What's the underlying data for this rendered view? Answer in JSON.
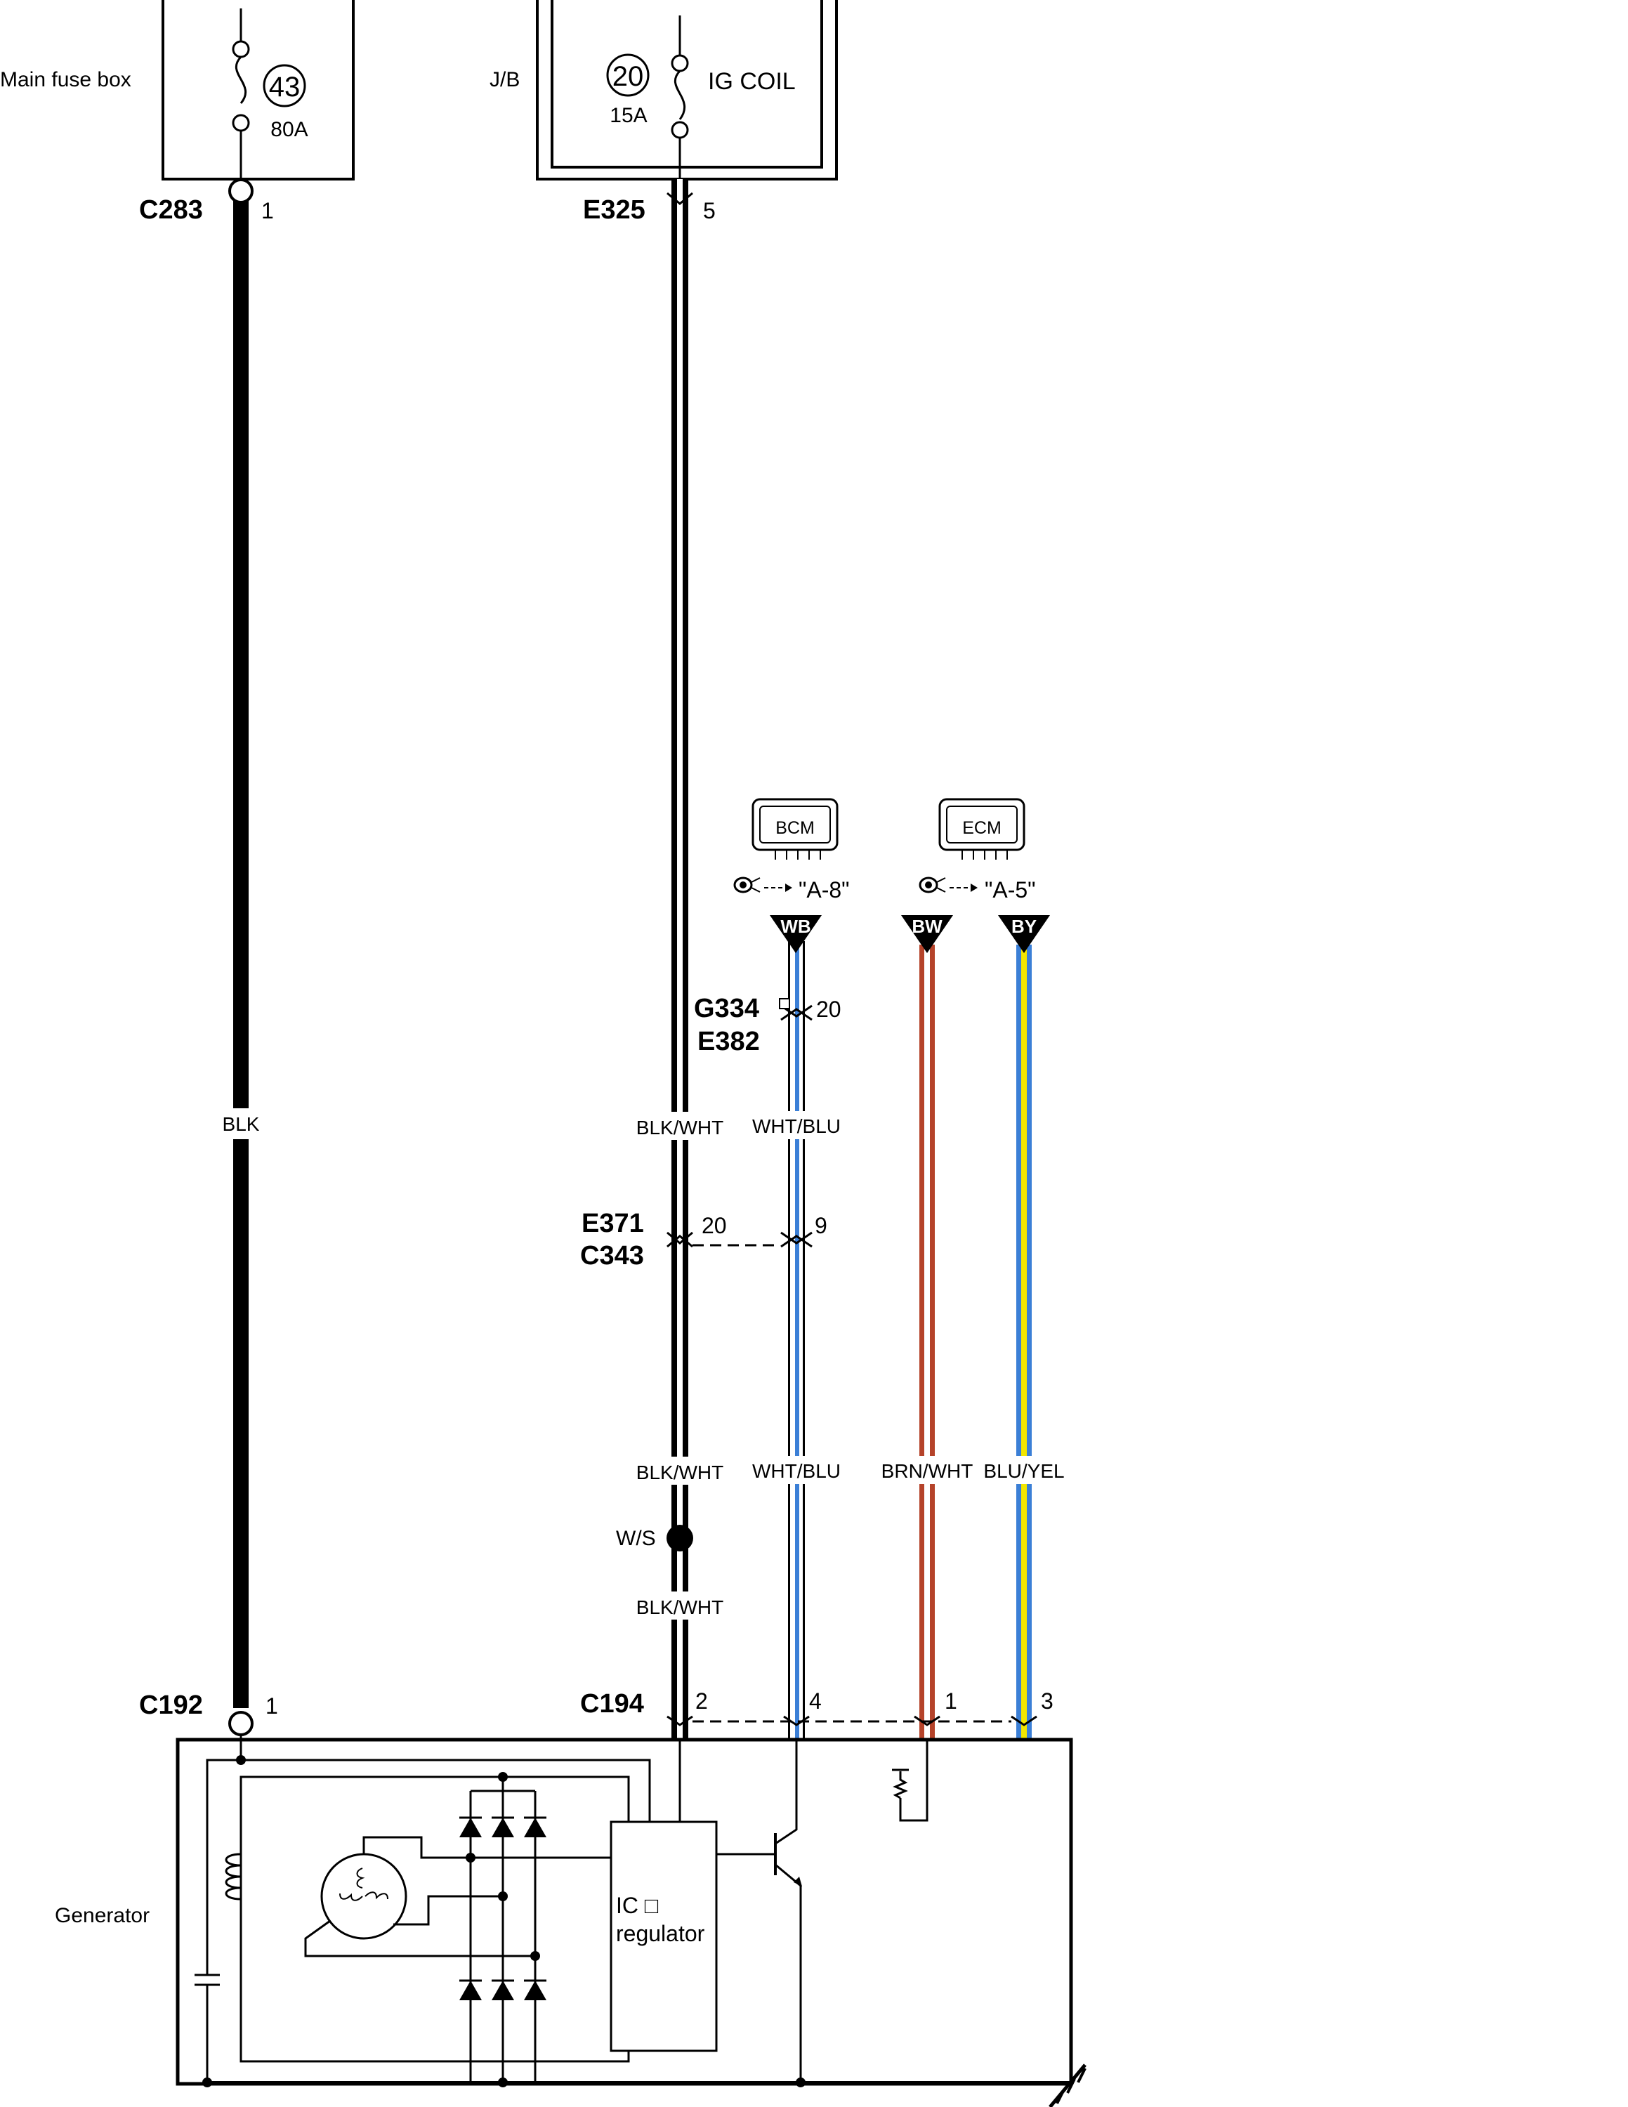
{
  "fuses": {
    "main_box_label": "Main fuse box",
    "main_number": "43",
    "main_rating": "80A",
    "jb_label": "J/B",
    "jb_number": "20",
    "jb_rating": "15A",
    "jb_name": "IG COIL"
  },
  "connectors": {
    "c283": "C283",
    "c283_pin": "1",
    "e325": "E325",
    "e325_pin": "5",
    "g334": "G334",
    "g334_pin": "20",
    "e382": "E382",
    "e371": "E371",
    "e371_pin": "20",
    "c343": "C343",
    "c343_pin": "9",
    "c192": "C192",
    "c192_pin": "1",
    "c194": "C194",
    "c194_pin_a": "2",
    "c194_pin_b": "4",
    "c194_pin_c": "1",
    "c194_pin_d": "3"
  },
  "modules": {
    "bcm": "BCM",
    "bcm_ref": "\"A-8\"",
    "ecm": "ECM",
    "ecm_ref": "\"A-5\""
  },
  "tags": {
    "wb": "WB",
    "bw": "BW",
    "by": "BY"
  },
  "wires": {
    "blk": "BLK",
    "blk_wht_1": "BLK/WHT",
    "blk_wht_2": "BLK/WHT",
    "blk_wht_3": "BLK/WHT",
    "wht_blu_1": "WHT/BLU",
    "wht_blu_2": "WHT/BLU",
    "brn_wht": "BRN/WHT",
    "blu_yel": "BLU/YEL"
  },
  "splice": "W/S",
  "generator": {
    "label": "Generator",
    "ic_line1": "IC □",
    "ic_line2": "regulator"
  },
  "colors": {
    "wire_black": "#000000",
    "wire_blue": "#3b7fd6",
    "wire_brown": "#b5432a",
    "wire_yellow": "#f2e600",
    "wire_white": "#ffffff"
  }
}
